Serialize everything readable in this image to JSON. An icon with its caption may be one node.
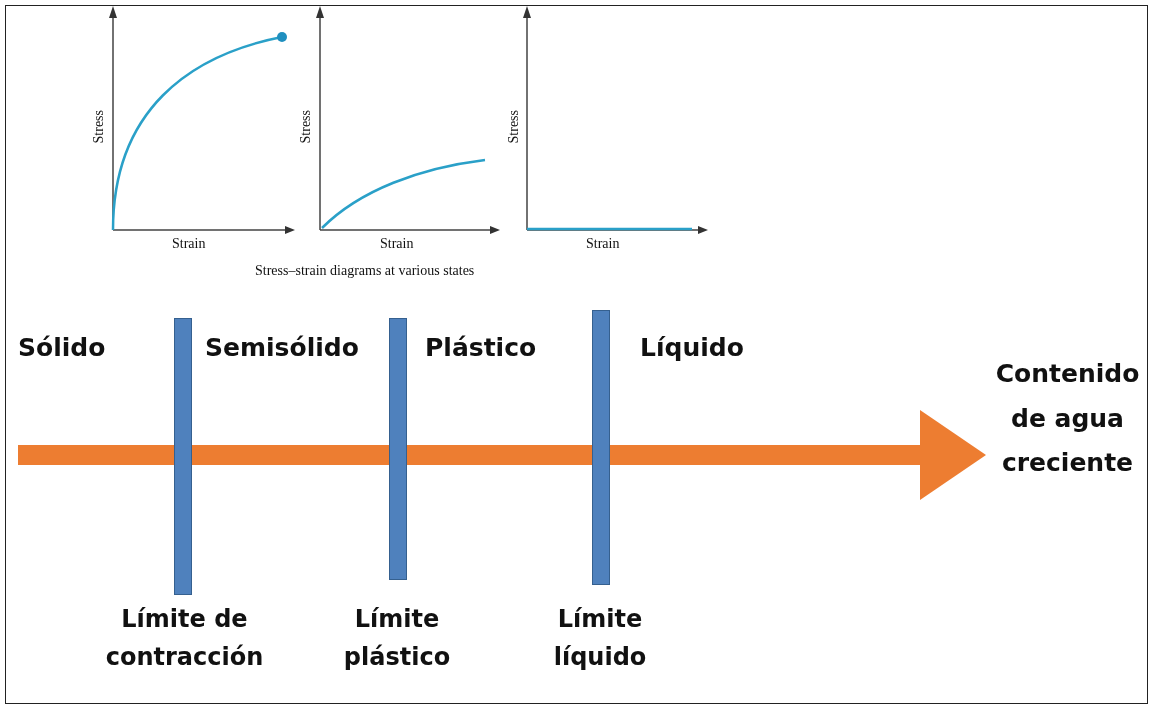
{
  "diagram": {
    "nodes": [
      {
        "text": [],
        "shape": "bar",
        "beside": [
          "Límite de contracción"
        ]
      },
      {
        "text": [],
        "shape": "bar",
        "beside": [
          "Límite plástico"
        ]
      },
      {
        "text": [],
        "shape": "bar",
        "beside": [
          "Límite líquido"
        ]
      }
    ],
    "labels": [
      "Stress",
      "Strain",
      "Stress",
      "Strain",
      "Stress",
      "Strain",
      "Stress–strain diagrams at various states",
      "Sólido",
      "Semisólido",
      "Plástico",
      "Líquido",
      "Contenido de agua creciente"
    ]
  }
}
